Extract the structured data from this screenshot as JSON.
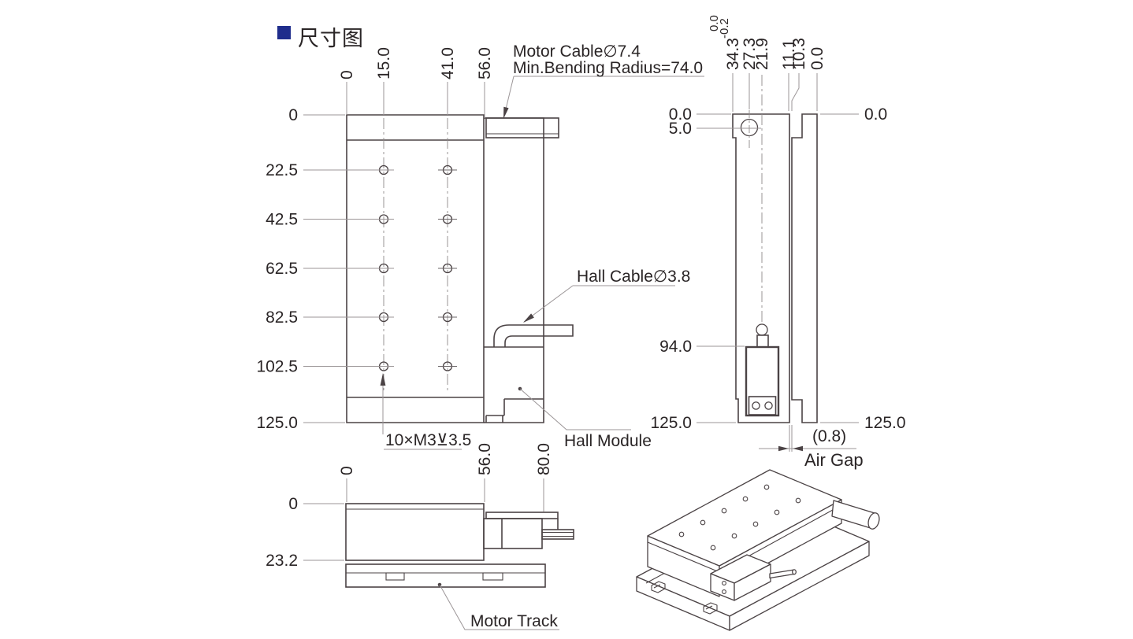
{
  "title": {
    "text": "尺寸图",
    "accent_color": "#1f2d8c"
  },
  "annotations": {
    "motor_cable_line1": "Motor Cable∅7.4",
    "motor_cable_line2": "Min.Bending Radius=74.0",
    "hall_cable": "Hall Cable∅3.8",
    "hall_module": "Hall Module",
    "thread_note": "10×M3⊻3.5",
    "motor_track": "Motor Track",
    "air_gap_value": "(0.8)",
    "air_gap_label": "Air Gap"
  },
  "front_view": {
    "top_dims": [
      "0",
      "15.0",
      "41.0",
      "56.0"
    ],
    "left_dims": [
      "0",
      "22.5",
      "42.5",
      "62.5",
      "82.5",
      "102.5",
      "125.0"
    ]
  },
  "side_view": {
    "top_dims": [
      "34.3",
      "27.3",
      "21.9",
      "11.1",
      "10.3",
      "0.0"
    ],
    "tolerance": {
      "upper": "0.0",
      "lower": "-0.2"
    },
    "left_dims": [
      "0.0",
      "5.0",
      "94.0",
      "125.0"
    ],
    "right_dims": [
      "0.0",
      "125.0"
    ]
  },
  "bottom_view": {
    "top_dims": [
      "0",
      "56.0",
      "80.0"
    ],
    "left_dims": [
      "0",
      "23.2"
    ]
  }
}
